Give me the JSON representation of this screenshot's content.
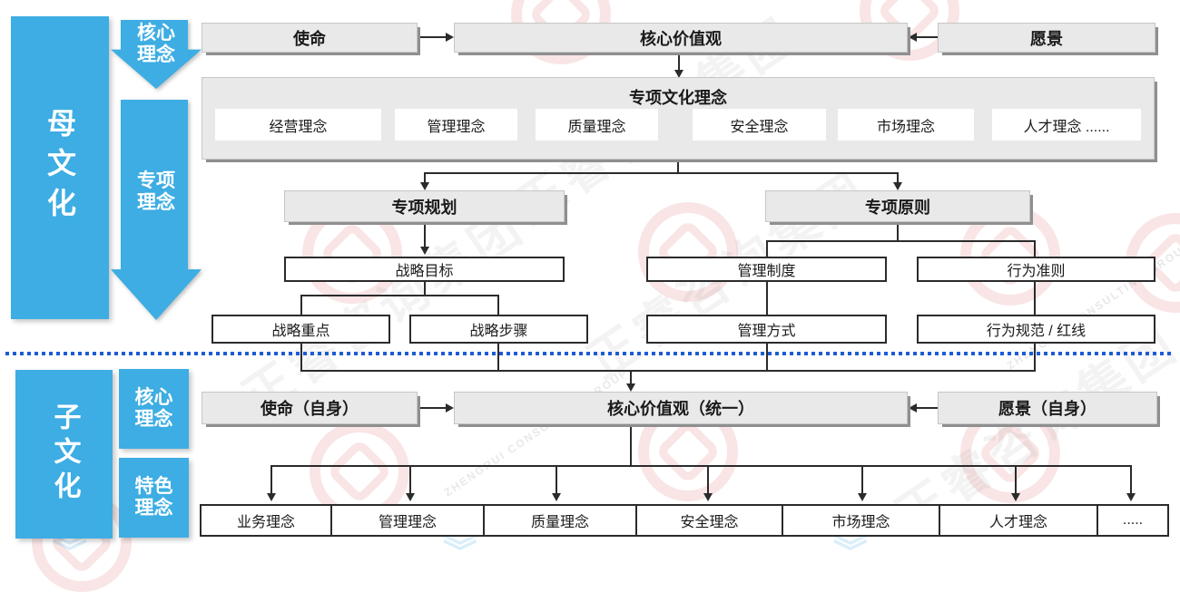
{
  "watermark": {
    "brand": "正睿咨询集团",
    "brand_en": "ZHENGRUI CONSULTING GROUP",
    "chevron": "》"
  },
  "colors": {
    "accent_blue": "#3dade3",
    "box_gray": "#e9e9e9",
    "box_shadow_gray": "#8f8f8f",
    "line_black": "#2b2b2b",
    "divider_blue": "#1e5bd6"
  },
  "parent_culture": {
    "label": "母文化",
    "core_idea_label": "核心理念",
    "special_idea_label": "专项理念",
    "mission": "使命",
    "core_values": "核心价值观",
    "vision": "愿景",
    "special_culture_title": "专项文化理念",
    "special_ideas": [
      "经营理念",
      "管理理念",
      "质量理念",
      "安全理念",
      "市场理念",
      "人才理念  ......"
    ],
    "special_planning": "专项规划",
    "special_principles": "专项原则",
    "strategic_goal": "战略目标",
    "strategic_focus": "战略重点",
    "strategic_steps": "战略步骤",
    "management_system": "管理制度",
    "management_method": "管理方式",
    "code_of_conduct": "行为准则",
    "behavior_norms": "行为规范 / 红线"
  },
  "child_culture": {
    "label": "子文化",
    "core_idea_label": "核心理念",
    "feature_idea_label": "特色理念",
    "mission": "使命（自身）",
    "core_values": "核心价值观（统一）",
    "vision": "愿景（自身）",
    "ideas": [
      "业务理念",
      "管理理念",
      "质量理念",
      "安全理念",
      "市场理念",
      "人才理念",
      "....."
    ]
  }
}
